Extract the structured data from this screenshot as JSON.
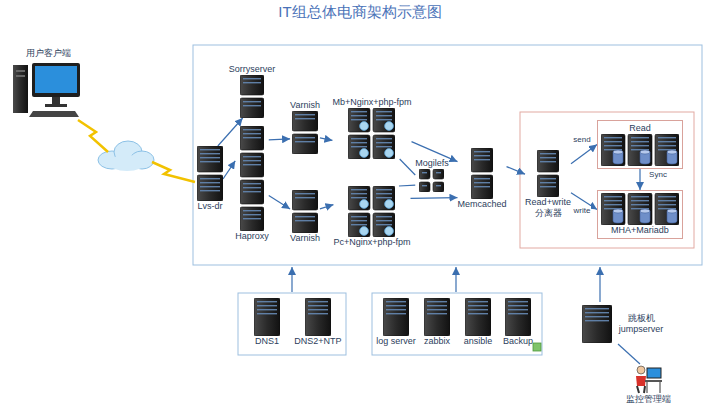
{
  "diagram": {
    "title": "IT组总体电商架构示意图",
    "nodes": [
      {
        "text": [
          "用户客户端"
        ]
      },
      {
        "text": [
          "Sorryserver"
        ]
      },
      {
        "text": [
          "Lvs-dr"
        ]
      },
      {
        "text": [
          "Haproxy"
        ]
      },
      {
        "text": [
          "Varnish"
        ]
      },
      {
        "text": [
          "Varnish"
        ]
      },
      {
        "text": [
          "Mb+Nginx+php-fpm"
        ]
      },
      {
        "text": [
          "Pc+Nginx+php-fpm"
        ]
      },
      {
        "text": [
          "Mogilefs"
        ]
      },
      {
        "text": [
          "Memcached"
        ]
      },
      {
        "text": [
          "Read+write 分离器"
        ]
      },
      {
        "text": [
          "Read"
        ]
      },
      {
        "text": [
          "MHA+Mariadb"
        ]
      },
      {
        "text": [
          "DNS1"
        ]
      },
      {
        "text": [
          "DNS2+NTP"
        ]
      },
      {
        "text": [
          "log server"
        ]
      },
      {
        "text": [
          "zabbix"
        ]
      },
      {
        "text": [
          "ansible"
        ]
      },
      {
        "text": [
          "Backup"
        ]
      },
      {
        "text": [
          "跳板机 jumpserver"
        ]
      },
      {
        "text": [
          "监控管理端"
        ]
      }
    ],
    "edges": [
      {
        "from": 2,
        "to": 1,
        "arrow": "to"
      },
      {
        "from": 2,
        "to": 3,
        "arrow": "to"
      },
      {
        "from": 3,
        "to": 4,
        "arrow": "to"
      },
      {
        "from": 3,
        "to": 5,
        "arrow": "to"
      },
      {
        "from": 4,
        "to": 6,
        "arrow": "to"
      },
      {
        "from": 5,
        "to": 7,
        "arrow": "to"
      },
      {
        "from": 6,
        "to": 9,
        "arrow": "to"
      },
      {
        "from": 7,
        "to": 9,
        "arrow": "to"
      },
      {
        "from": 6,
        "to": 8,
        "arrow": "none"
      },
      {
        "from": 7,
        "to": 8,
        "arrow": "none"
      },
      {
        "from": 9,
        "to": 10,
        "arrow": "to"
      },
      {
        "from": 10,
        "to": 11,
        "label": "send",
        "arrow": "to"
      },
      {
        "from": 10,
        "to": 12,
        "label": "write",
        "arrow": "to"
      },
      {
        "from": 11,
        "to": 12,
        "label": "Sync",
        "arrow": "to"
      }
    ]
  }
}
